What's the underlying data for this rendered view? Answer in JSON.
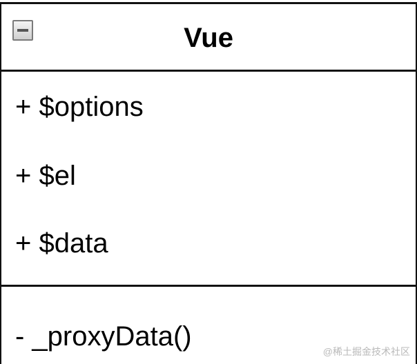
{
  "uml_class": {
    "name": "Vue",
    "attributes": [
      "+ $options",
      "+ $el",
      "+ $data"
    ],
    "operations": [
      "- _proxyData()"
    ]
  },
  "icons": {
    "collapse": "collapse-minus-icon"
  },
  "watermark": "@稀土掘金技术社区",
  "colors": {
    "border": "#111111",
    "background": "#ffffff",
    "watermark": "#b9b9b9"
  }
}
